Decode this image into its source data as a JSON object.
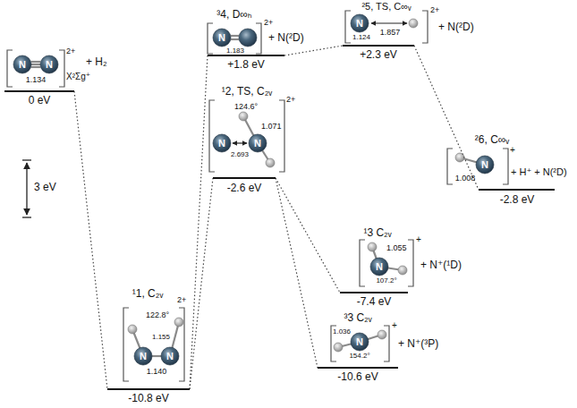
{
  "diagram": {
    "nodes": [
      {
        "text": [
          "N",
          "N",
          "1.134",
          "2+",
          "X²Σg⁺",
          "+ H₂",
          "0 eV"
        ]
      },
      {
        "text": [
          "¹1, C₂ᵥ",
          "2+",
          "N",
          "N",
          "122.8°",
          "1.155",
          "1.140",
          "-10.8 eV"
        ]
      },
      {
        "text": [
          "³4, D∞ₕ",
          "N",
          "1.183",
          "2+",
          "+ N(²D)",
          "+1.8 eV"
        ]
      },
      {
        "text": [
          "¹2, TS, C₂ᵥ",
          "2+",
          "N",
          "N",
          "124.6°",
          "1.071",
          "2.693",
          "-2.6 eV"
        ]
      },
      {
        "text": [
          "²5, TS, C∞ᵥ",
          "2+",
          "N",
          "1.124",
          "1.857",
          "+ N(²D)",
          "+2.3 eV"
        ]
      },
      {
        "text": [
          "²6, C∞ᵥ",
          "+",
          "N",
          "1.008",
          "+ H⁺ + N(²D)",
          "-2.8 eV"
        ]
      },
      {
        "text": [
          "¹3 C₂ᵥ",
          "+",
          "N",
          "1.055",
          "107.2°",
          "+ N⁺(¹D)",
          "-7.4 eV"
        ]
      },
      {
        "text": [
          "³3 C₂ᵥ",
          "+",
          "N",
          "1.036",
          "154.2°",
          "+ N⁺(³P)",
          "-10.6 eV"
        ]
      }
    ],
    "edges": [
      {
        "from": 0,
        "to": 1,
        "arrow": "none"
      },
      {
        "from": 1,
        "to": 2,
        "arrow": "none"
      },
      {
        "from": 1,
        "to": 3,
        "arrow": "none"
      },
      {
        "from": 2,
        "to": 4,
        "arrow": "none"
      },
      {
        "from": 4,
        "to": 5,
        "arrow": "none"
      },
      {
        "from": 3,
        "to": 6,
        "arrow": "none"
      },
      {
        "from": 3,
        "to": 7,
        "arrow": "none"
      }
    ],
    "labels": [
      "3 eV"
    ]
  }
}
